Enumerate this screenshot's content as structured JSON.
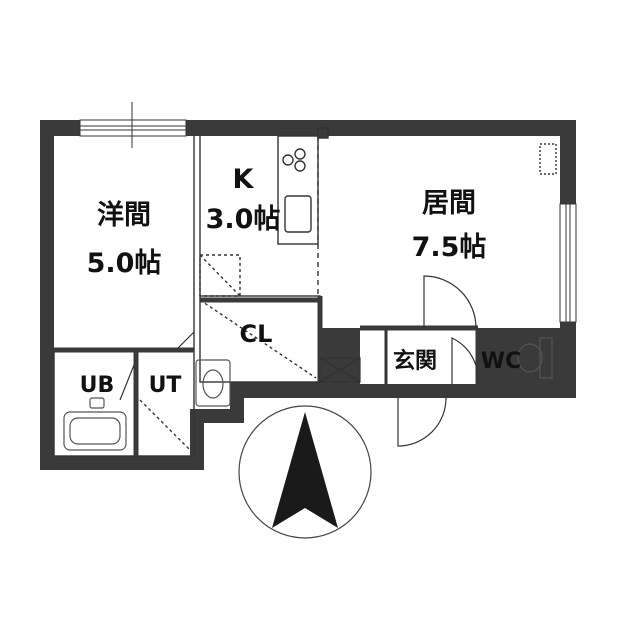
{
  "rooms": {
    "western": {
      "name": "洋間",
      "size": "5.0帖"
    },
    "kitchen": {
      "name": "K",
      "size": "3.0帖"
    },
    "living": {
      "name": "居間",
      "size": "7.5帖"
    },
    "closet": {
      "name": "CL"
    },
    "entrance": {
      "name": "玄関"
    },
    "toilet": {
      "name": "WC"
    },
    "bath": {
      "name": "UB"
    },
    "utility": {
      "name": "UT"
    }
  },
  "compass": {
    "direction": "north"
  },
  "colors": {
    "wall": "#3a3a3a",
    "line": "#222222",
    "fixture": "#888888"
  }
}
